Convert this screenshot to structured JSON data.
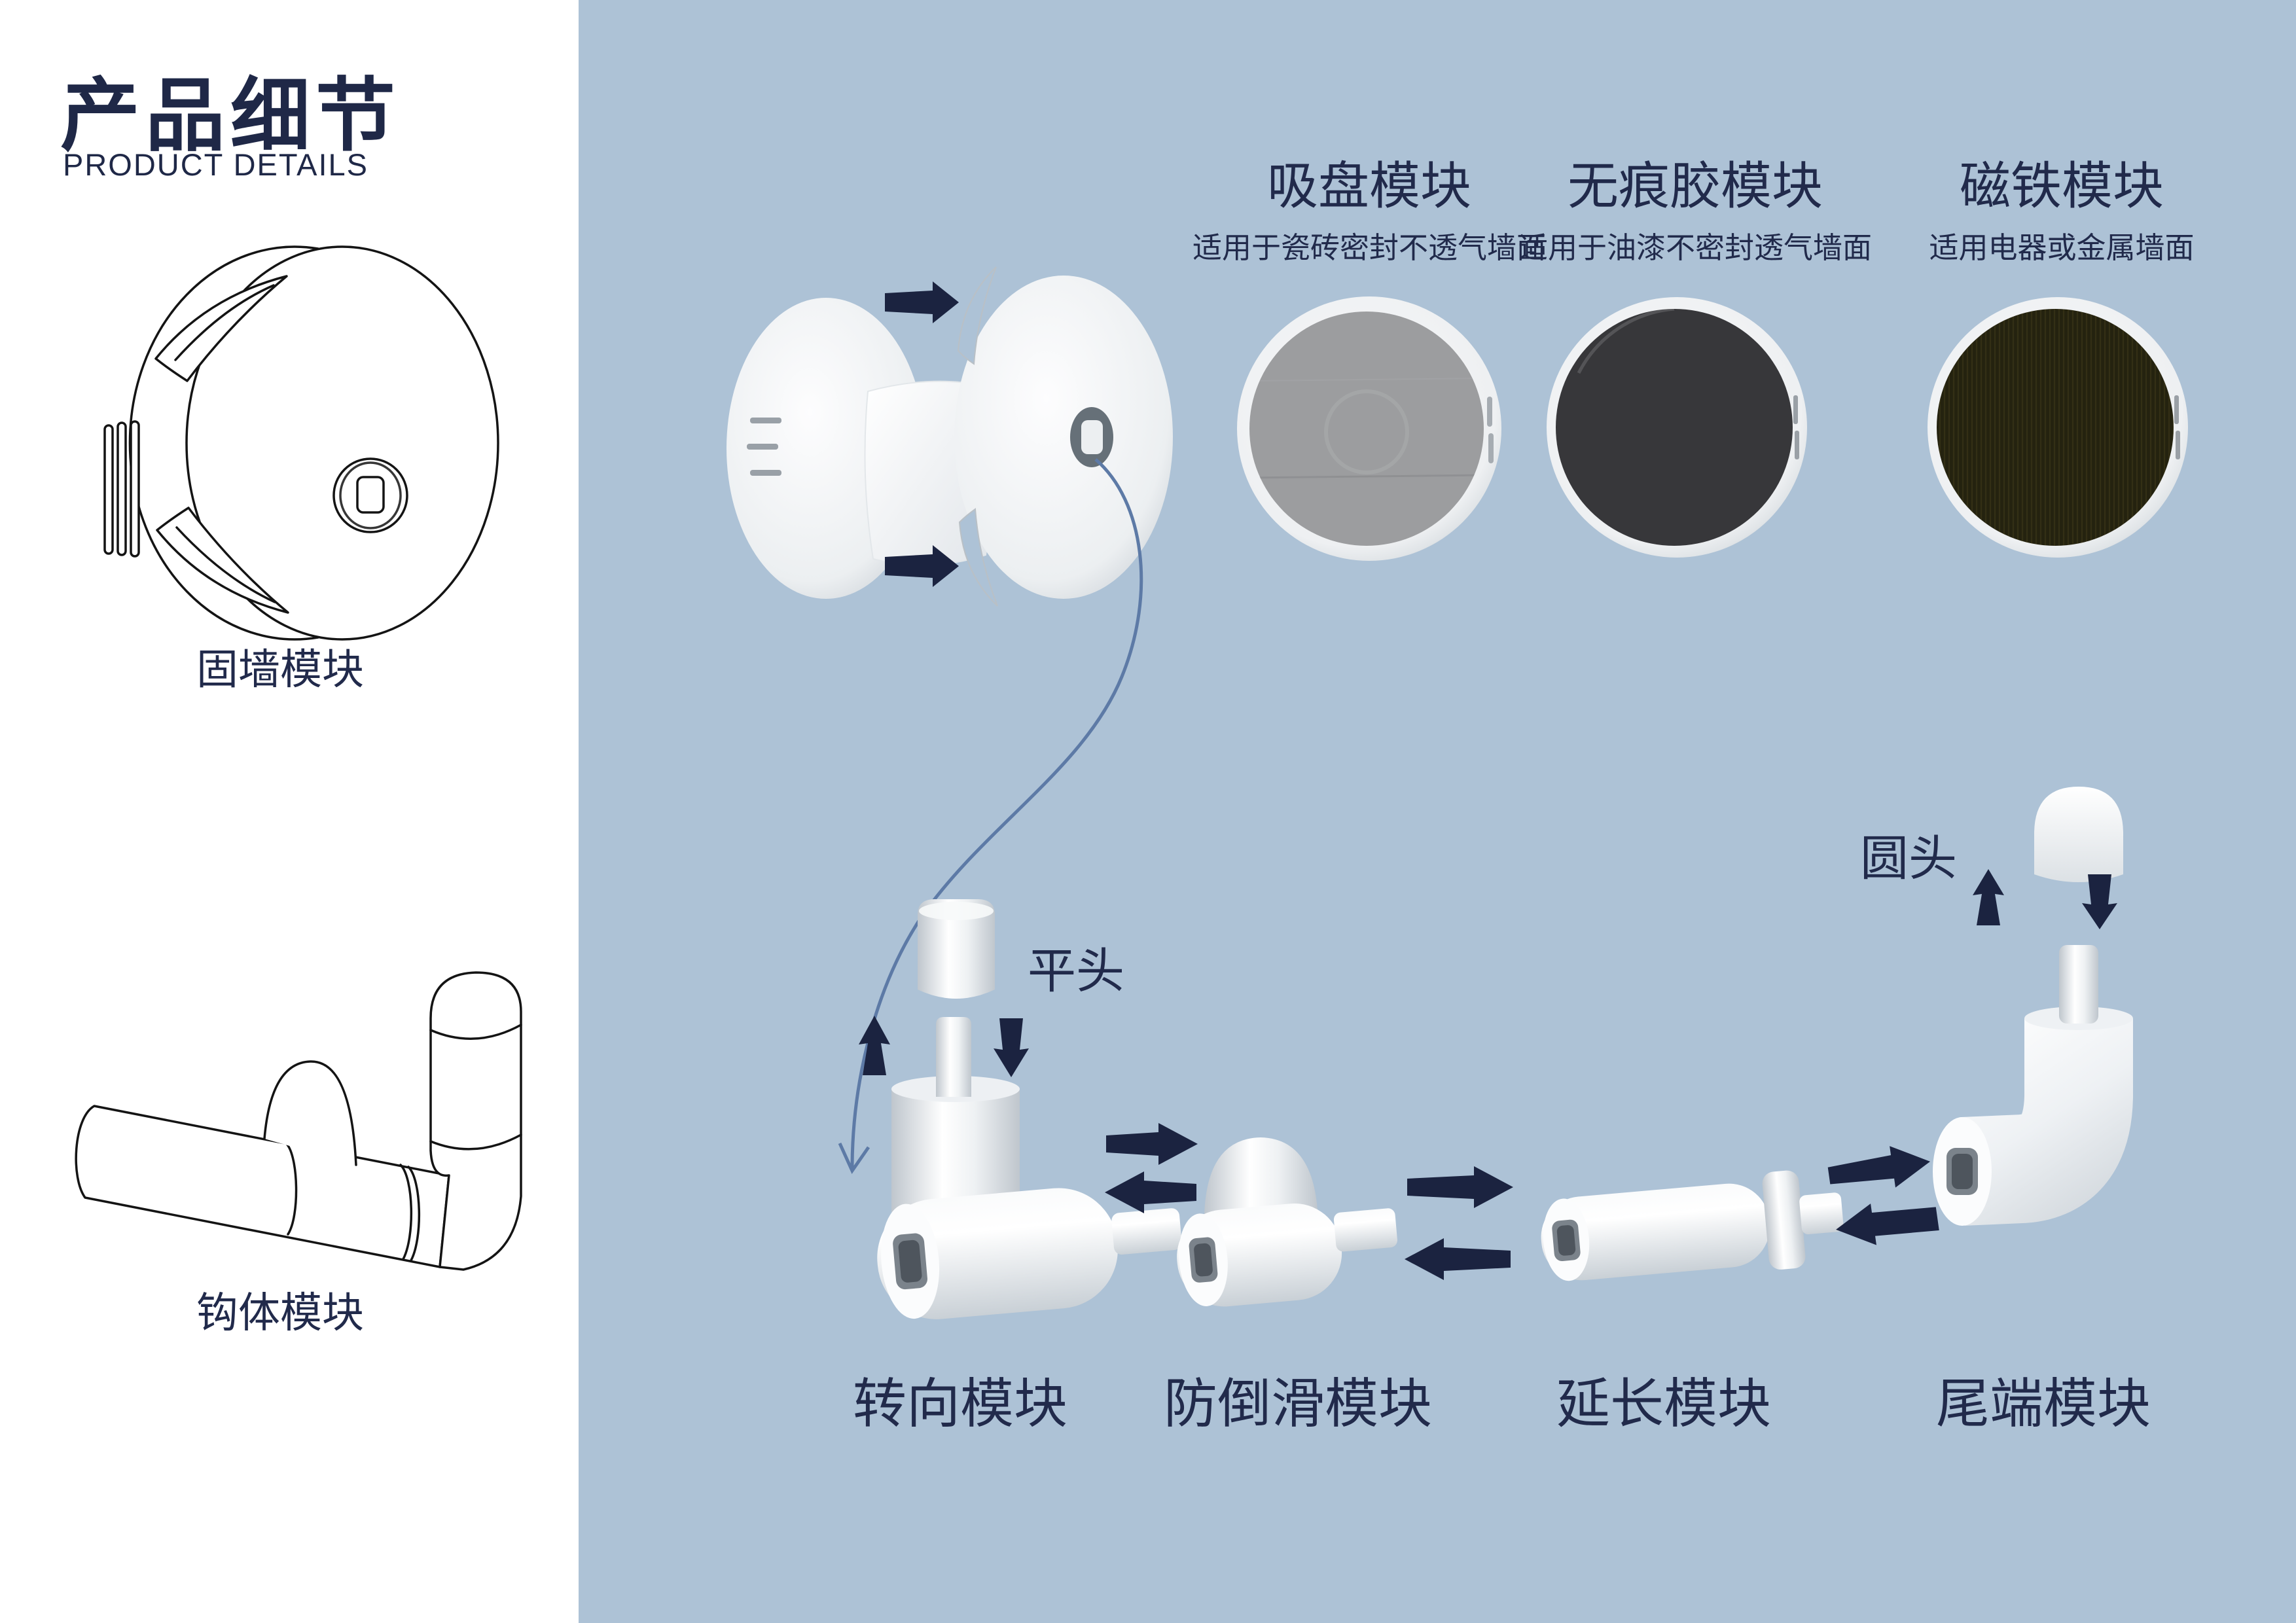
{
  "header": {
    "title_cn": "产品细节",
    "title_en": "PRODUCT DETAILS"
  },
  "left_panel": {
    "wall_module": {
      "label": "固墙模块"
    },
    "hook_module": {
      "label": "钩体模块"
    }
  },
  "attachment_modules": [
    {
      "name": "吸盘模块",
      "desc": "适用于瓷砖密封不透气墙面"
    },
    {
      "name": "无痕胶模块",
      "desc": "适用于油漆不密封透气墙面"
    },
    {
      "name": "磁铁模块",
      "desc": "适用电器或金属墙面"
    }
  ],
  "hook_chain": {
    "flat_head_label": "平头",
    "round_head_label": "圆头",
    "modules": [
      {
        "name": "转向模块"
      },
      {
        "name": "防倒滑模块"
      },
      {
        "name": "延长模块"
      },
      {
        "name": "尾端模块"
      }
    ]
  },
  "colors": {
    "background_blue": "#adc2d6",
    "panel_white": "#ffffff",
    "text_navy": "#212a4b",
    "arrow_navy": "#1b2340",
    "connector_line_blue": "#5d7aa6",
    "suction_face_grey": "#9c9d9f",
    "adhesive_face_dark": "#37373a",
    "magnet_face_black": "#24220f",
    "line_art_black": "#141414"
  }
}
